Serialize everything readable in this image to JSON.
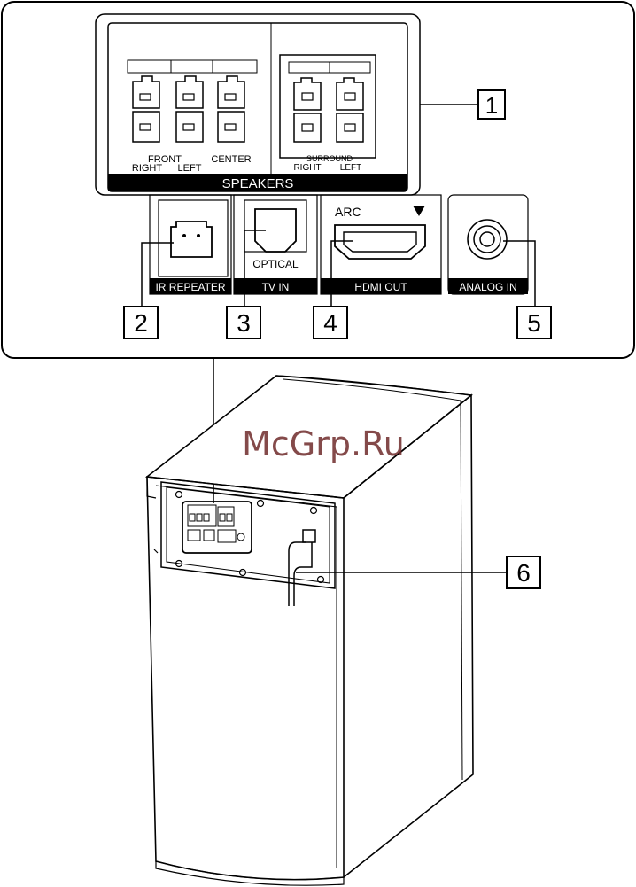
{
  "panel": {
    "speakers_label": "SPEAKERS",
    "front_label": "FRONT",
    "right_label": "RIGHT",
    "left_label": "LEFT",
    "center_label": "CENTER",
    "surround_label": "SURROUND",
    "surround_right_label": "RIGHT",
    "surround_left_label": "LEFT",
    "ir_repeater_label": "IR REPEATER",
    "optical_label": "OPTICAL",
    "tv_in_label": "TV IN",
    "arc_label": "ARC",
    "hdmi_out_label": "HDMI OUT",
    "analog_in_label": "ANALOG IN"
  },
  "callouts": [
    "1",
    "2",
    "3",
    "4",
    "5",
    "6"
  ],
  "watermark": "McGrp.Ru",
  "colors": {
    "line": "#000000",
    "background": "#ffffff",
    "watermark": "#6e2a2a"
  }
}
